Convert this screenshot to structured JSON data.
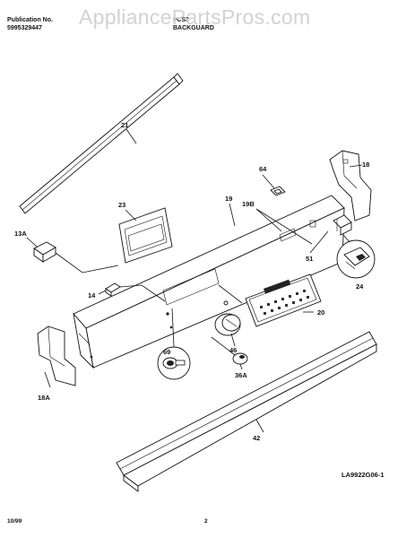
{
  "header": {
    "publication_label": "Publication No.",
    "publication_number": "5995329447",
    "model": "FCS3",
    "section": "BACKGUARD",
    "watermark": "AppliancePartsPros.com"
  },
  "parts": {
    "p21": "21",
    "p18": "18",
    "p64": "64",
    "p23": "23",
    "p19": "19",
    "p19b": "19B",
    "p13a": "13A",
    "p51": "51",
    "p24": "24",
    "p14": "14",
    "p20": "20",
    "p46": "46",
    "p69": "69",
    "p18a": "18A",
    "p36a": "36A",
    "p42": "42"
  },
  "footer": {
    "diagram_code": "LA9922G06-1",
    "date": "10/99",
    "page": "2"
  }
}
